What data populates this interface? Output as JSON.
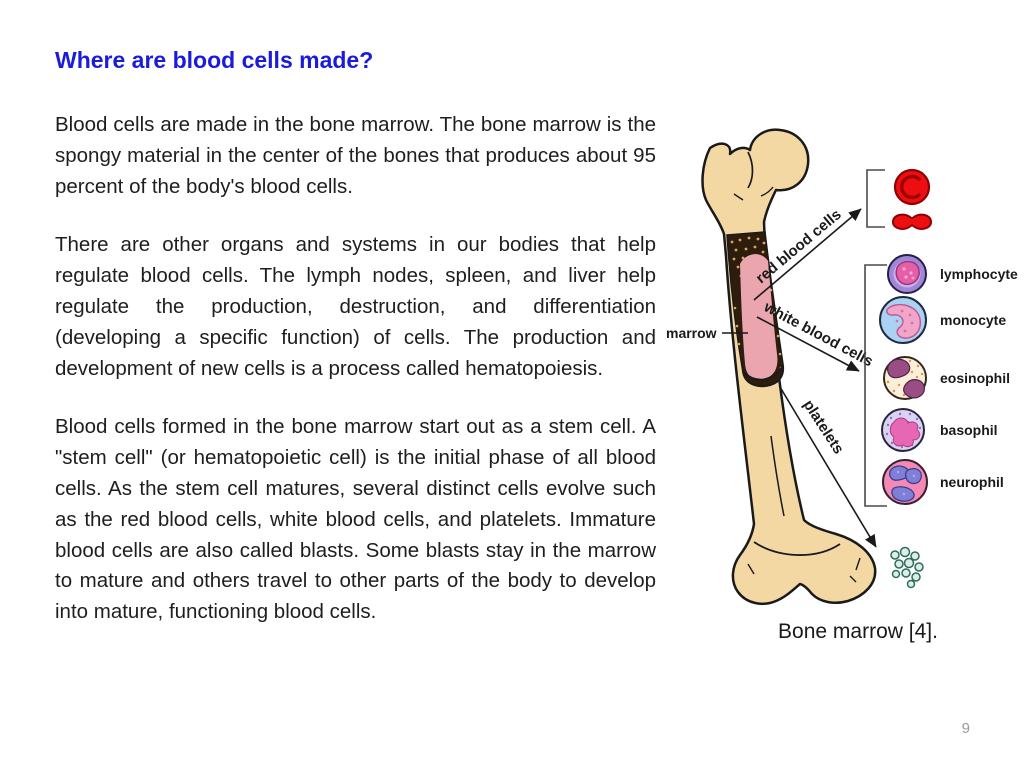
{
  "slide": {
    "title": "Where are blood cells made?",
    "paragraphs": [
      "Blood cells are made in the bone marrow. The bone marrow is the spongy material in the center of the bones that produces about 95 percent of the body's blood cells.",
      "There are other organs and systems in our bodies that help regulate blood cells. The lymph nodes, spleen, and liver help regulate the production, destruction, and differentiation (developing a specific function) of cells. The production and development of new cells is a process called hematopoiesis.",
      "Blood cells formed in the bone marrow start out as a stem cell. A \"stem cell\" (or hematopoietic cell) is the initial phase of all blood cells. As the stem cell matures, several distinct cells evolve such as the red blood cells, white blood cells, and platelets. Immature blood cells are also called blasts. Some blasts stay in the marrow to mature and others travel to other parts of the body to develop into mature, functioning blood cells."
    ],
    "page_number": "9"
  },
  "diagram": {
    "caption": "Bone marrow [4].",
    "labels": {
      "marrow": "marrow",
      "red_blood_cells": "red blood cells",
      "white_blood_cells": "white blood cells",
      "platelets": "platelets"
    },
    "cells": [
      {
        "name": "lymphocyte"
      },
      {
        "name": "monocyte"
      },
      {
        "name": "eosinophil"
      },
      {
        "name": "basophil"
      },
      {
        "name": "neurophil"
      }
    ],
    "colors": {
      "title_blue": "#1b1bdb",
      "body_text": "#1e1e1e",
      "bone_fill": "#f3d8a4",
      "bone_outline": "#1a1a1a",
      "spongy_fill": "#2e1d0c",
      "marrow_pink": "#eaa5ae",
      "rbc_red": "#ed0e11",
      "lymphocyte_purple": "#9f86d6",
      "monocyte_blue": "#a9d2f3",
      "eosinophil_cream": "#faefd9",
      "basophil_lavender": "#dad2f1",
      "neurophil_pink": "#f489b6",
      "platelet_teal": "#2e6b5e",
      "page_number_gray": "#9a9a9a"
    }
  }
}
